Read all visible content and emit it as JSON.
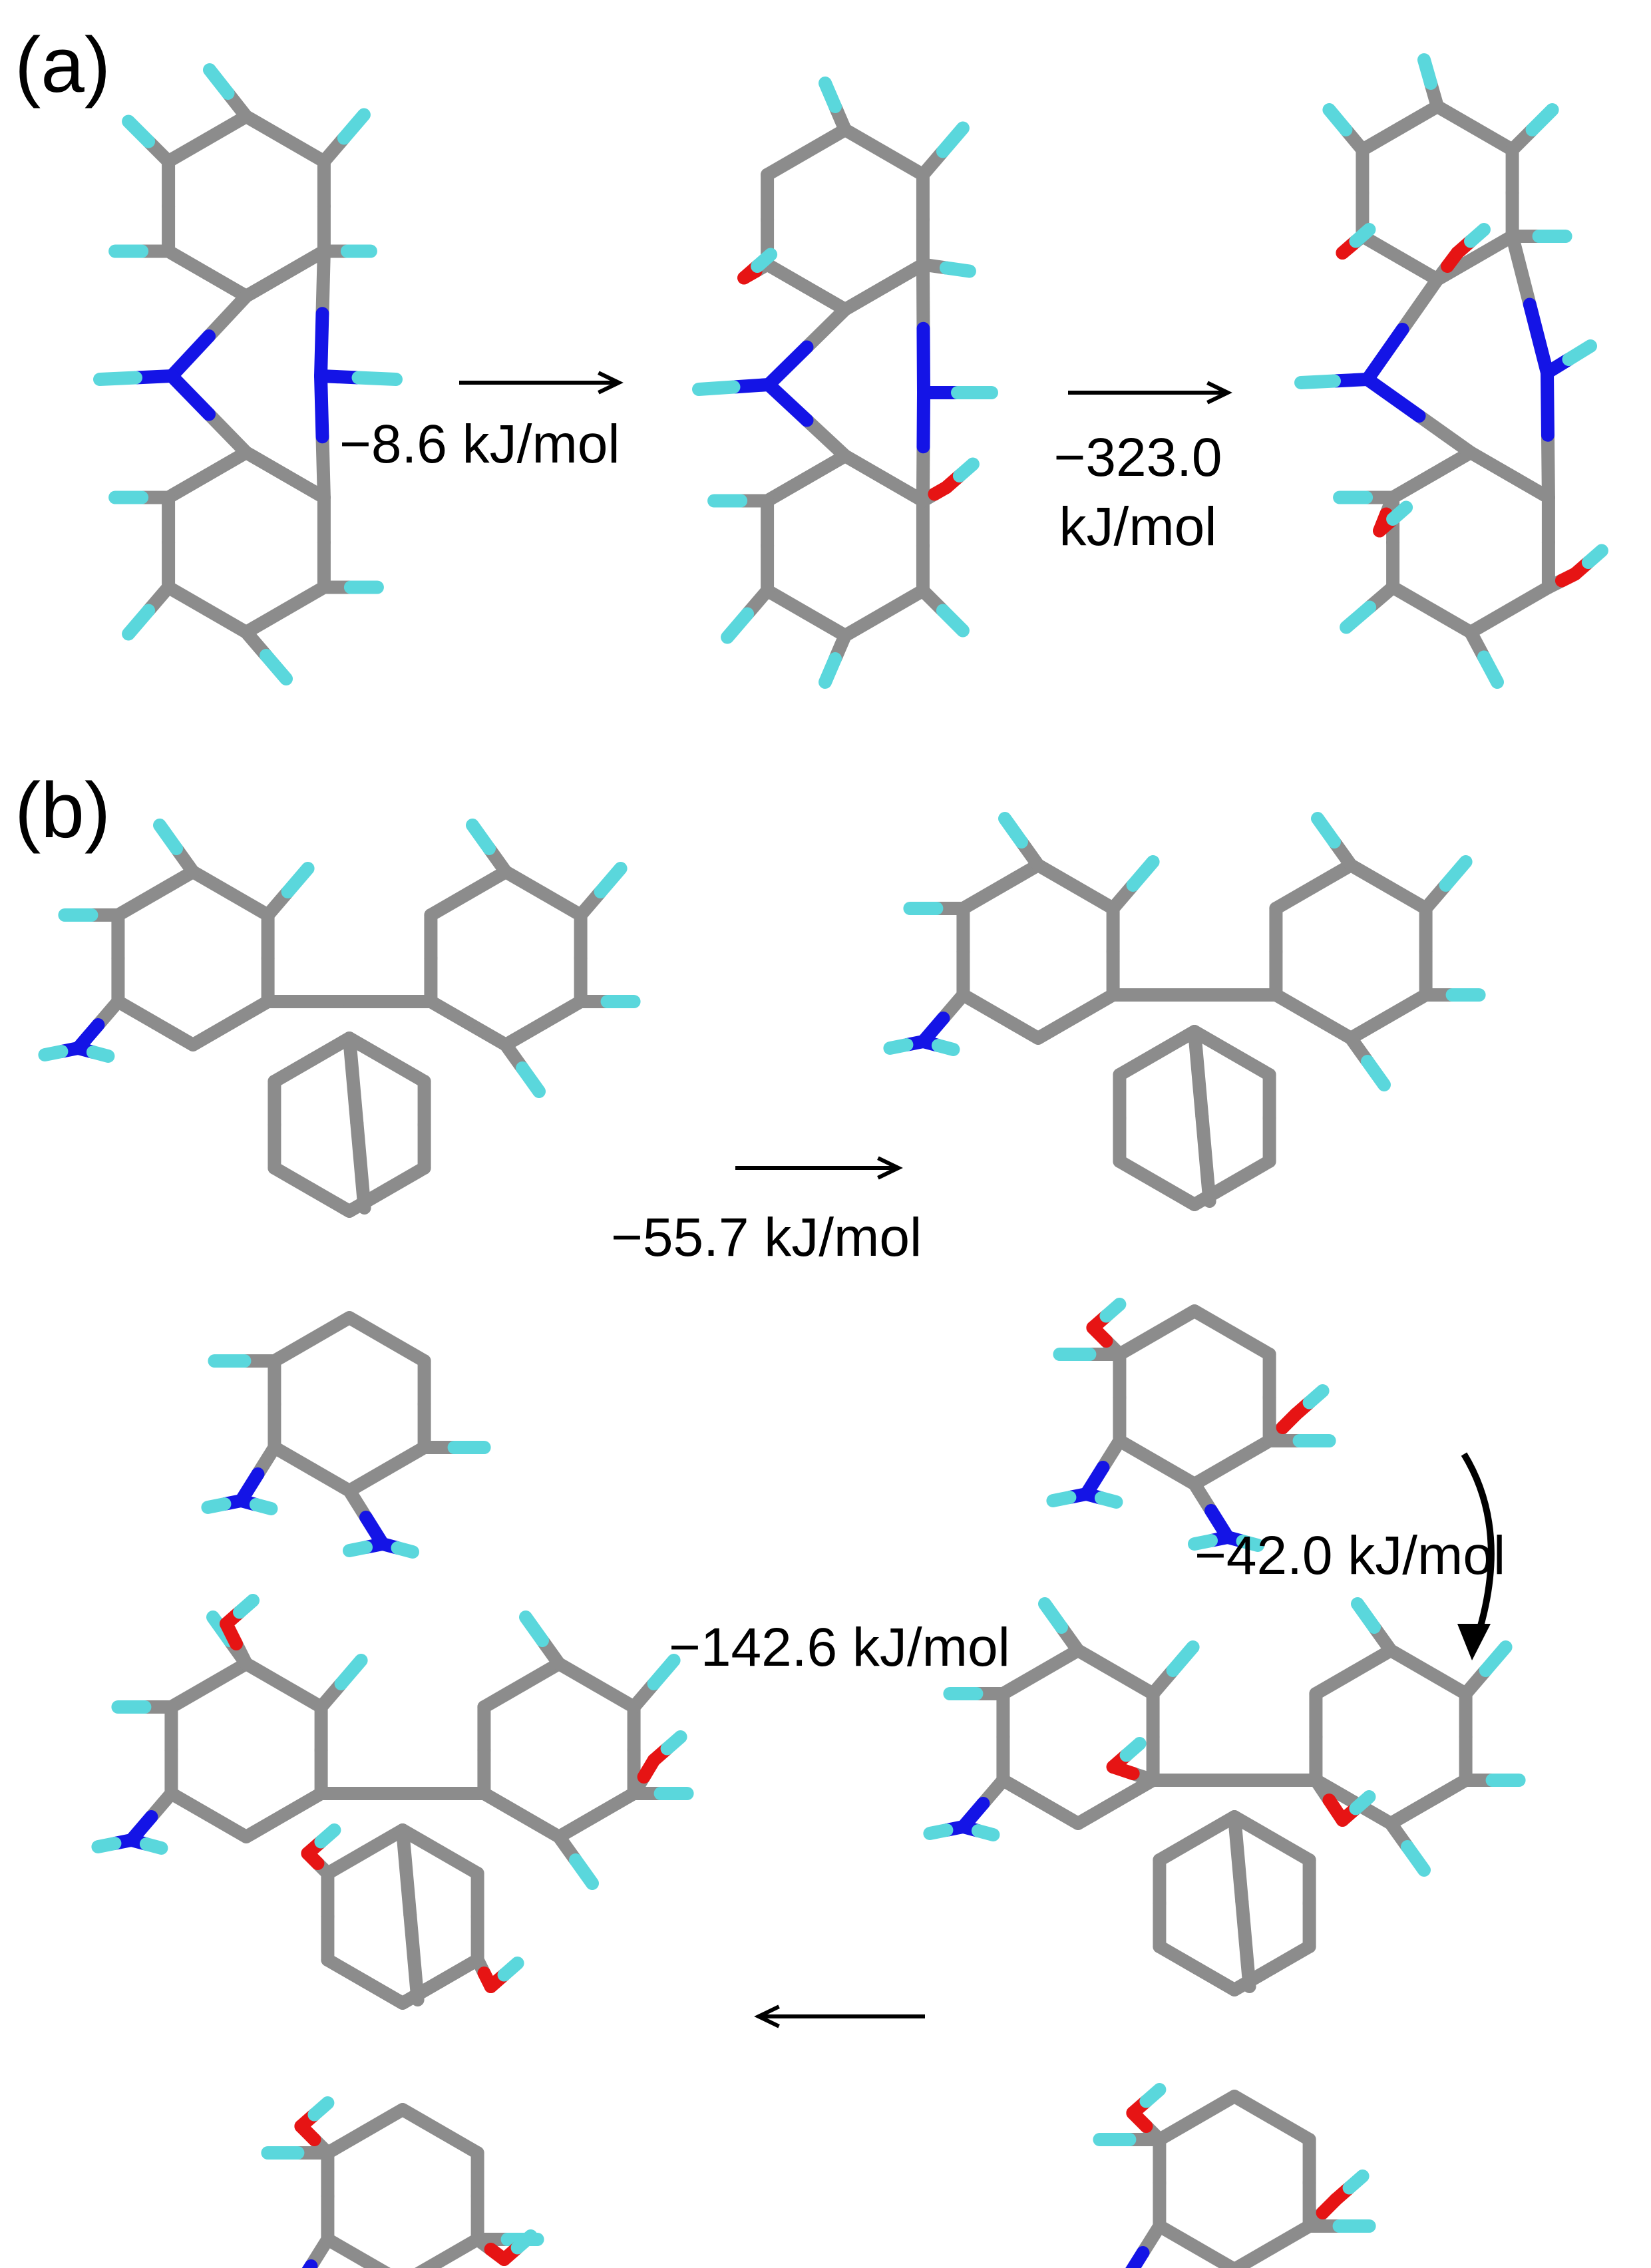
{
  "panels": {
    "a": {
      "label": "(a)"
    },
    "b": {
      "label": "(b)"
    }
  },
  "energies": {
    "a1": "−8.6  kJ/mol",
    "a2_value": "−323.0",
    "a2_unit": "kJ/mol",
    "b1": "−55.7  kJ/mol",
    "b2": "−42.0  kJ/mol",
    "b3": "−142.6  kJ/mol"
  },
  "atom_colors": {
    "carbon": "#8c8c8c",
    "hydrogen": "#5ad7dc",
    "nitrogen": "#1414e6",
    "oxygen": "#e61414",
    "arrow": "#000000"
  },
  "molecules": [
    {
      "id": "a-reactant",
      "hydroxyl_groups": 0,
      "amino_groups": 0
    },
    {
      "id": "a-intermediate",
      "hydroxyl_groups": 2,
      "amino_groups": 0
    },
    {
      "id": "a-product",
      "hydroxyl_groups": 4,
      "amino_groups": 0
    },
    {
      "id": "b-reactant",
      "hydroxyl_groups": 0,
      "amino_groups": 3
    },
    {
      "id": "b-intermediate-1",
      "hydroxyl_groups": 2,
      "amino_groups": 3
    },
    {
      "id": "b-intermediate-2",
      "hydroxyl_groups": 4,
      "amino_groups": 3
    },
    {
      "id": "b-product",
      "hydroxyl_groups": 6,
      "amino_groups": 3
    }
  ]
}
